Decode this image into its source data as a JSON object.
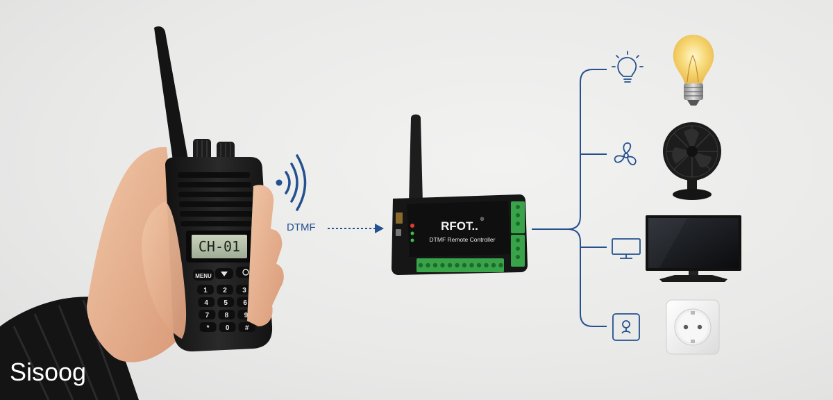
{
  "radio": {
    "display_text": "CH-01",
    "menu_key": "MENU",
    "keys": [
      "1",
      "2",
      "3",
      "4",
      "5",
      "6",
      "7",
      "8",
      "9",
      "*",
      "0",
      "#"
    ]
  },
  "signal": {
    "label": "DTMF"
  },
  "controller": {
    "brand": "RFOT..",
    "registered_mark": "®",
    "subtitle": "DTMF Remote Controller"
  },
  "devices": [
    {
      "name": "light-bulb"
    },
    {
      "name": "fan"
    },
    {
      "name": "television"
    },
    {
      "name": "power-socket"
    }
  ],
  "watermark": {
    "text": "Sisoog"
  },
  "colors": {
    "line_blue": "#24508f",
    "pcb_green": "#39a34a",
    "body_black": "#1b1b1b"
  }
}
